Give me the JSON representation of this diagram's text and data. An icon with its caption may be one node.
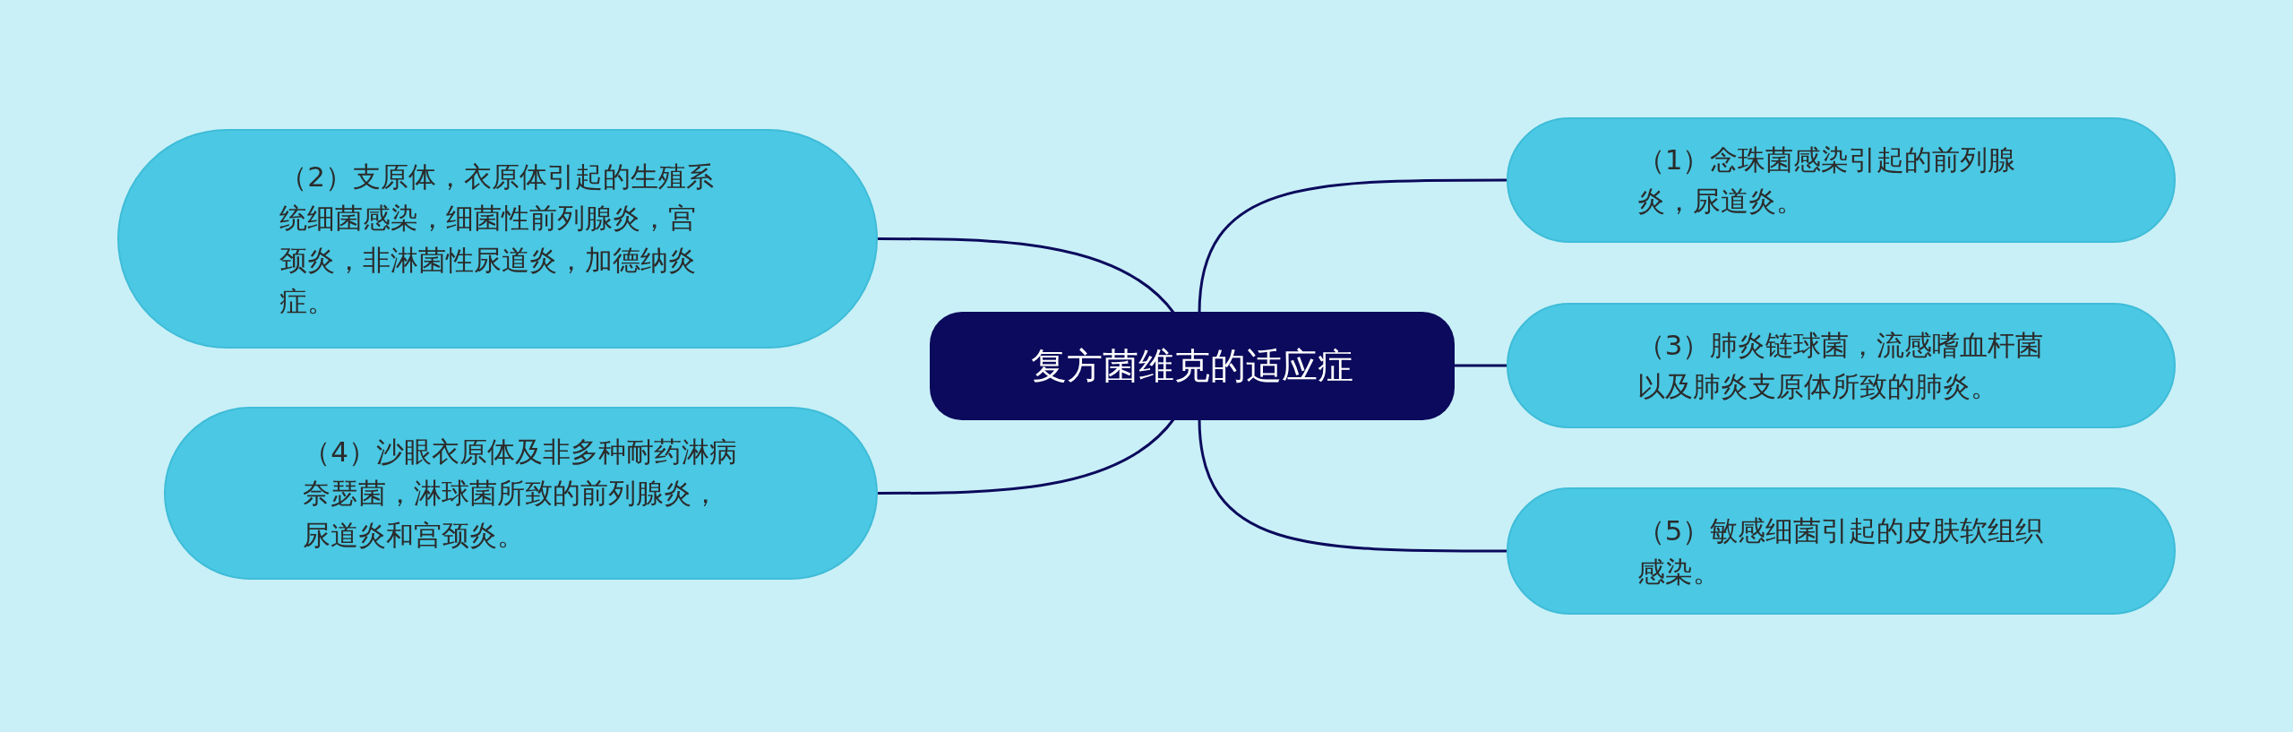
{
  "diagram": {
    "nodes": [
      {
        "text": [
          "复方菌维克的适应症"
        ]
      },
      {
        "text": [
          "（1）念珠菌感染引起的前列腺炎，尿道炎。"
        ]
      },
      {
        "text": [
          "（2）支原体，衣原体引起的生殖系统细菌感染，细菌性前列腺炎，宫颈炎，非淋菌性尿道炎，加德纳炎症。"
        ]
      },
      {
        "text": [
          "（3）肺炎链球菌，流感嗜血杆菌以及肺炎支原体所致的肺炎。"
        ]
      },
      {
        "text": [
          "（4）沙眼衣原体及非多种耐药淋病奈瑟菌，淋球菌所致的前列腺炎，尿道炎和宫颈炎。"
        ]
      },
      {
        "text": [
          "（5）敏感细菌引起的皮肤软组织感染。"
        ]
      }
    ],
    "edges": [
      {
        "from": 0,
        "to": 1,
        "arrow": "none"
      },
      {
        "from": 0,
        "to": 2,
        "arrow": "none"
      },
      {
        "from": 0,
        "to": 3,
        "arrow": "none"
      },
      {
        "from": 0,
        "to": 4,
        "arrow": "none"
      },
      {
        "from": 0,
        "to": 5,
        "arrow": "none"
      }
    ]
  }
}
